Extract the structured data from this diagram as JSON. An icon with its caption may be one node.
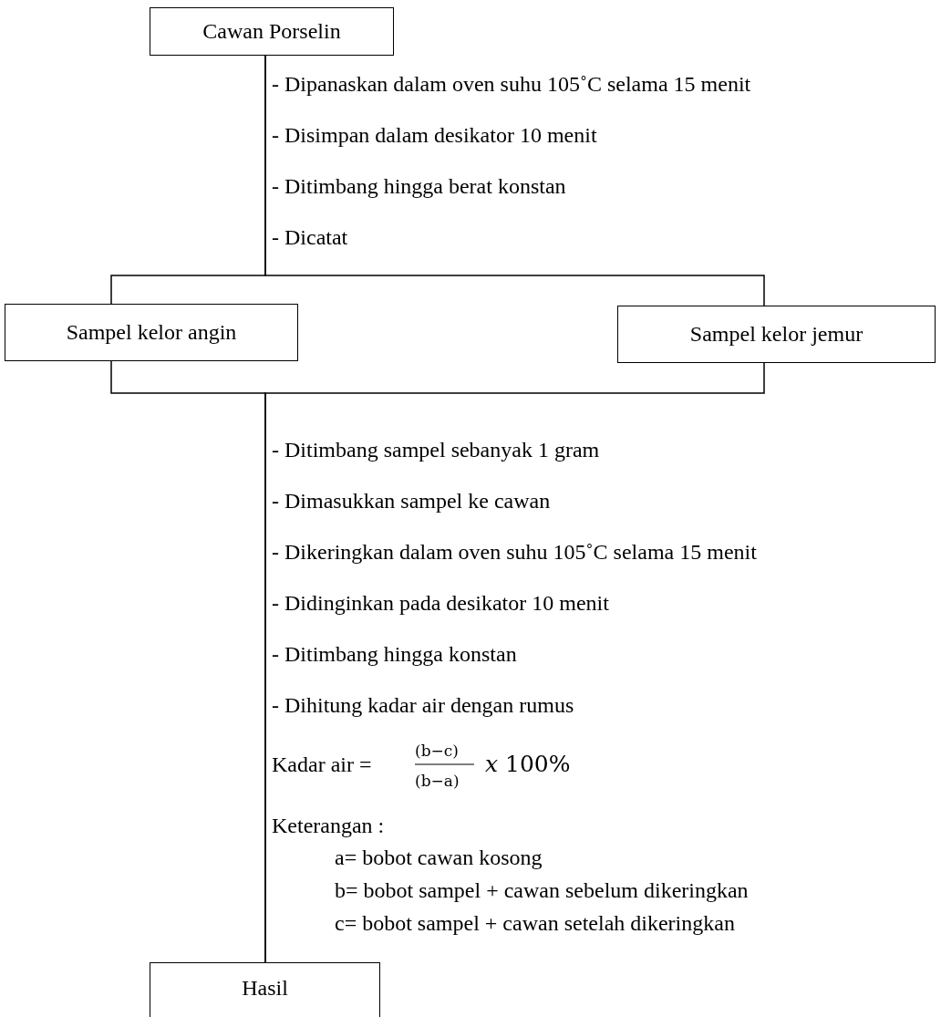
{
  "diagram": {
    "nodes": [
      {
        "text": [
          "Cawan Porselin"
        ]
      },
      {
        "text": [
          "Sampel kelor angin"
        ]
      },
      {
        "text": [
          "Sampel kelor jemur"
        ]
      },
      {
        "text": [
          "Hasil"
        ]
      }
    ],
    "edges": [
      {
        "from": 0,
        "to": 1,
        "arrow": "none"
      },
      {
        "from": 0,
        "to": 2,
        "arrow": "none"
      },
      {
        "from": 1,
        "to": 3,
        "arrow": "none"
      },
      {
        "from": 2,
        "to": 3,
        "arrow": "none"
      }
    ],
    "labels": [
      "- Dipanaskan dalam oven suhu 105˚C selama 15 menit",
      "- Disimpan dalam desikator 10 menit",
      "- Ditimbang hingga berat konstan",
      "- Dicatat",
      "- Ditimbang sampel sebanyak 1 gram",
      "- Dimasukkan sampel ke cawan",
      "- Dikeringkan dalam oven suhu 105˚C selama 15 menit",
      "- Didinginkan pada desikator 10 menit",
      "- Ditimbang hingga konstan",
      "- Dihitung kadar air dengan rumus",
      "Kadar air =",
      "(b−c)",
      "(b−a)",
      "*x* 100%",
      "Keterangan :",
      "a= bobot cawan kosong",
      "b= bobot sampel + cawan sebelum dikeringkan",
      "c= bobot sampel + cawan setelah dikeringkan"
    ]
  }
}
